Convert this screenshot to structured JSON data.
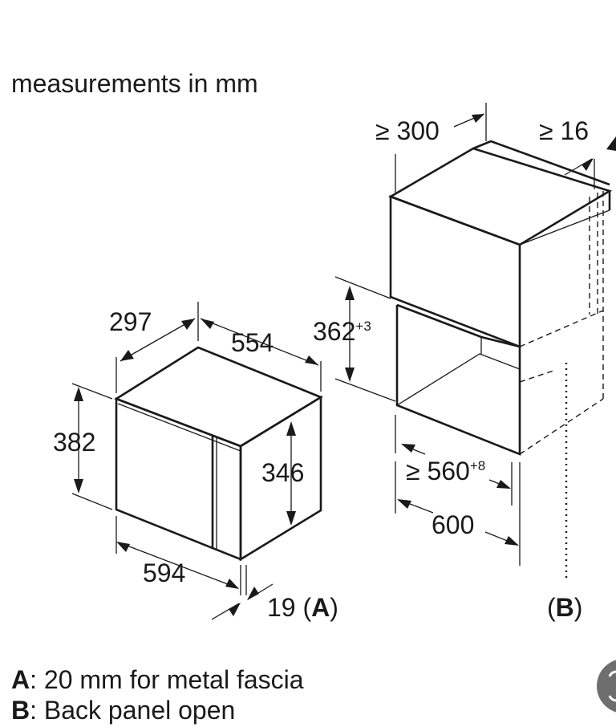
{
  "title": "measurements in mm",
  "device": {
    "depth": "297",
    "width": "554",
    "height": "382",
    "inner_height": "346",
    "front_width": "594",
    "fascia": "19 ",
    "fascia_ref": "A"
  },
  "niche": {
    "depth": "≥ 300",
    "gap": "≥ 16",
    "height": "362",
    "height_tol": "+3",
    "inner_width": "≥ 560",
    "inner_width_tol": "+8",
    "width": "600",
    "back_ref": "B"
  },
  "notes": [
    {
      "key": "A",
      "text": ": 20 mm for metal fascia"
    },
    {
      "key": "B",
      "text": ": Back panel open"
    }
  ],
  "colors": {
    "ink": "#1a1a1a",
    "background": "#ffffff",
    "badge": "#6e6e6e"
  }
}
